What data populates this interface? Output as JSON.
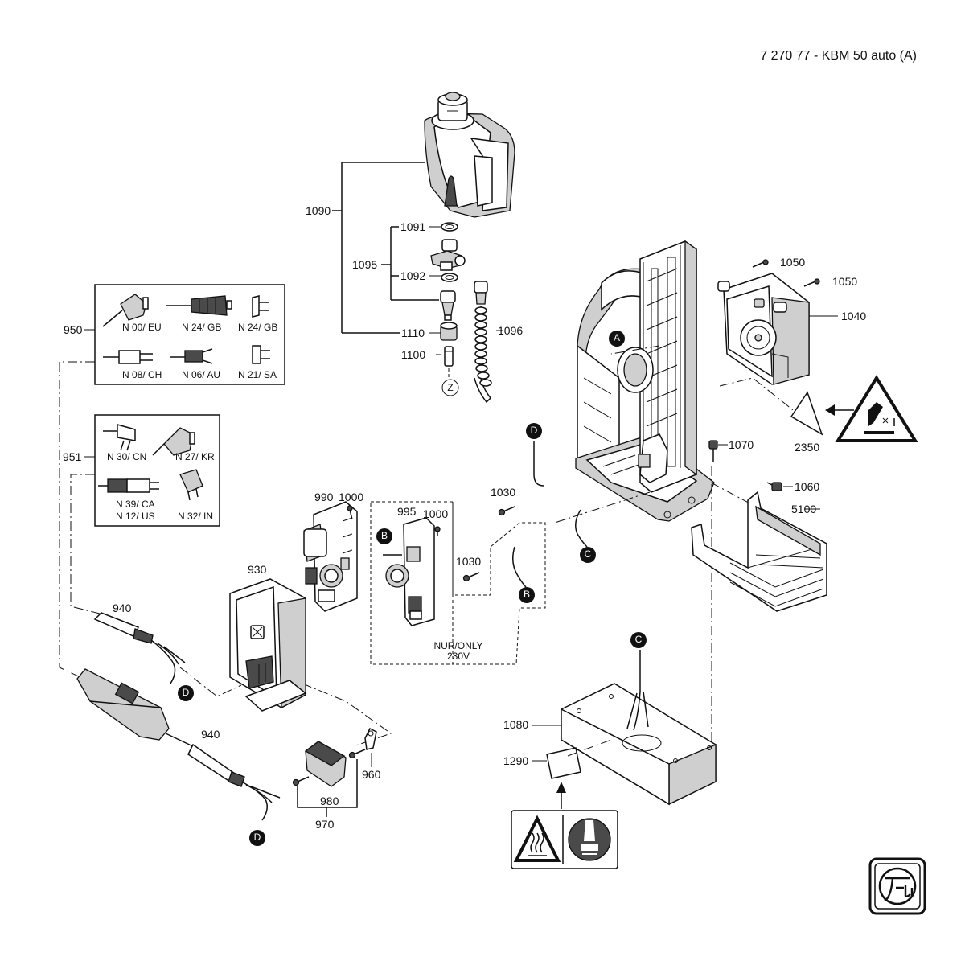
{
  "title": "7 270 77 - KBM 50 auto (A)",
  "colors": {
    "line": "#111111",
    "shade": "#cfcfcf",
    "dark": "#4a4a4a",
    "white": "#ffffff"
  },
  "parts": {
    "p1090": "1090",
    "p1091": "1091",
    "p1095": "1095",
    "p1092": "1092",
    "p1110": "1110",
    "p1100": "1100",
    "p1096": "1096",
    "p1050a": "1050",
    "p1050b": "1050",
    "p1040": "1040",
    "p1070": "1070",
    "p2350": "2350",
    "p1060": "1060",
    "p5100": "5100",
    "p950": "950",
    "p951": "951",
    "p990": "990",
    "p1000a": "1000",
    "p995": "995",
    "p1000b": "1000",
    "p1030a": "1030",
    "p1030b": "1030",
    "p930": "930",
    "p940a": "940",
    "p940b": "940",
    "p960": "960",
    "p980": "980",
    "p970": "970",
    "p1080": "1080",
    "p1290": "1290"
  },
  "plugs950": [
    "N 00/ EU",
    "N 24/ GB",
    "N 24/ GB",
    "N 08/ CH",
    "N 06/ AU",
    "N 21/ SA"
  ],
  "plugs951": [
    "N 30/ CN",
    "N 27/ KR",
    "N 39/ CA",
    "N 12/ US",
    "N 32/ IN"
  ],
  "markers": {
    "A": "A",
    "B": "B",
    "C": "C",
    "D": "D",
    "Z": "Z"
  },
  "note": {
    "line1": "NUR/ONLY",
    "line2": "230V"
  },
  "icons": [
    "warning-drill-icon",
    "warning-hot-surface-icon",
    "hand-pictogram-icon",
    "fein-logo-icon"
  ]
}
